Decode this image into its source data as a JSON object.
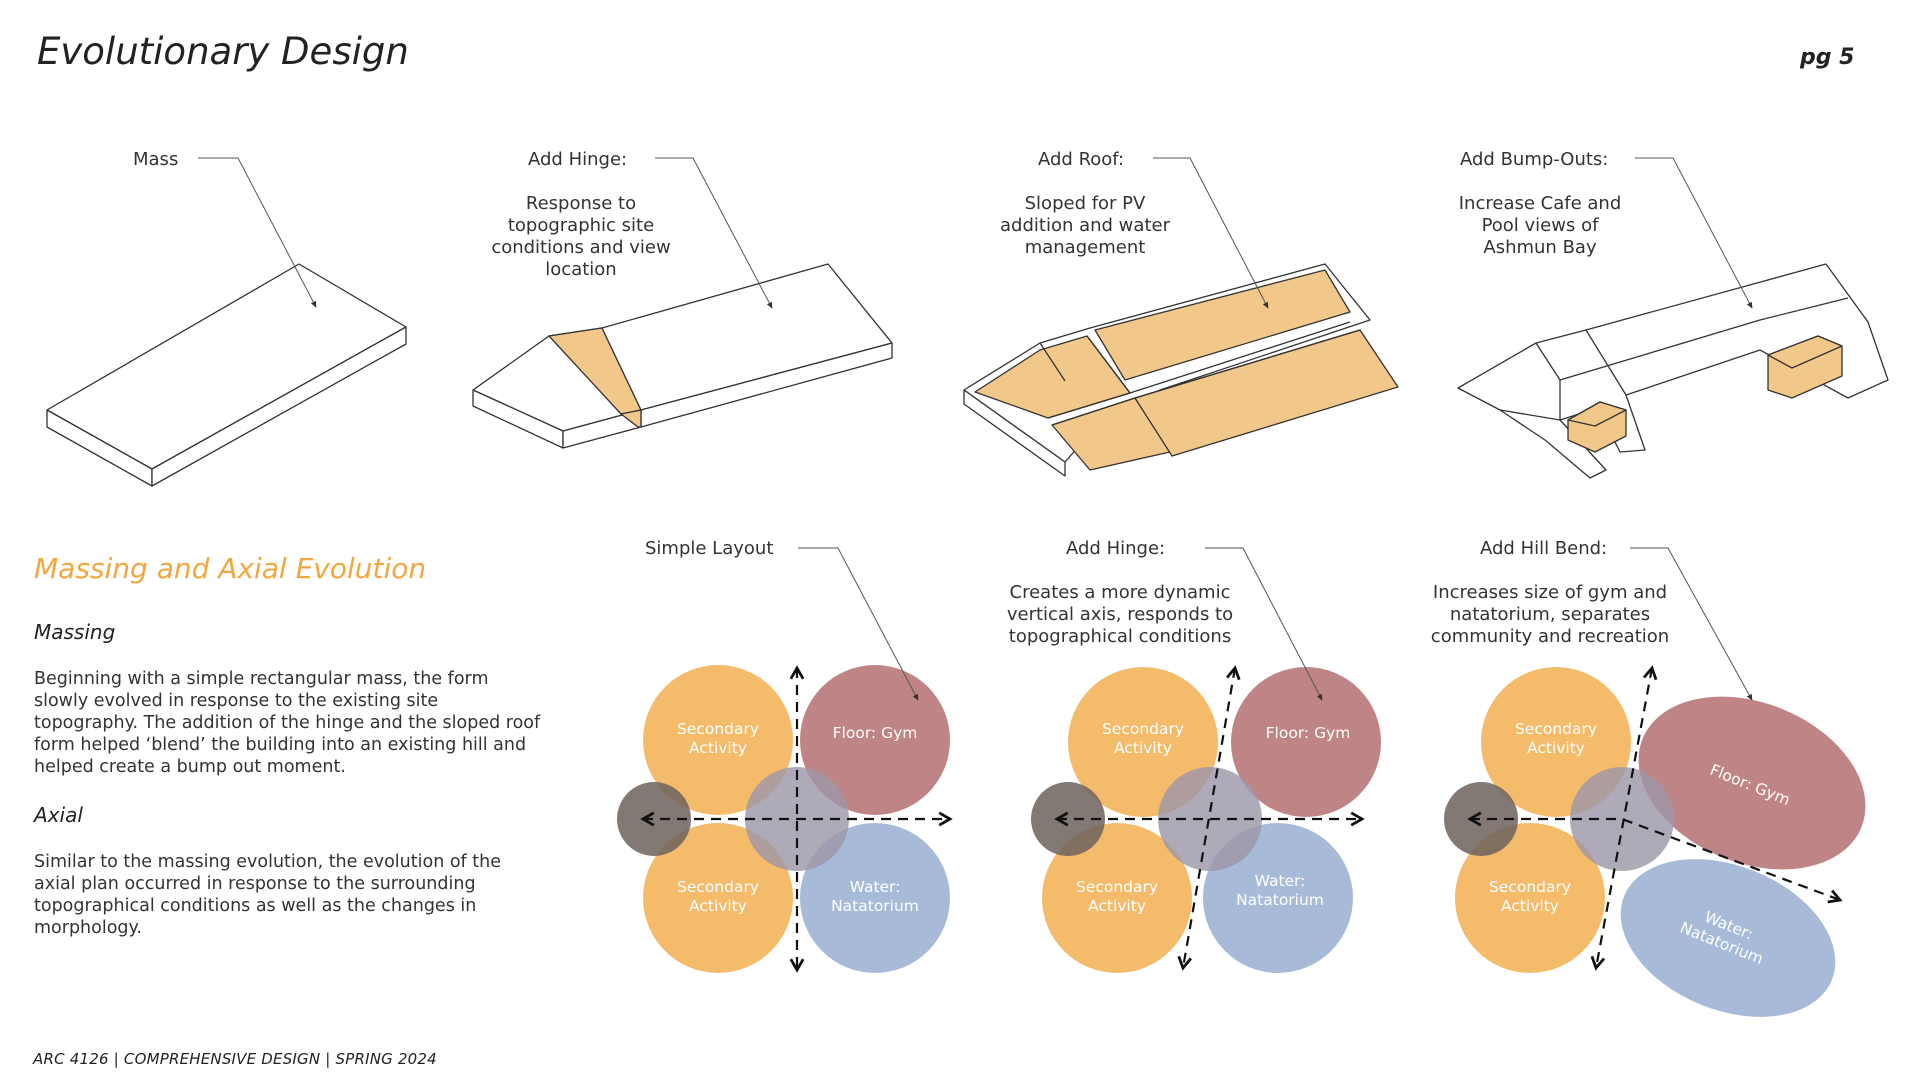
{
  "header": {
    "title": "Evolutionary Design",
    "page": "pg 5"
  },
  "footer": "ARC 4126 | COMPREHENSIVE DESIGN | SPRING 2024",
  "massing_diagrams": [
    {
      "label": "Mass",
      "note": ""
    },
    {
      "label": "Add Hinge:",
      "note": "Response to\ntopographic site\nconditions and view\nlocation"
    },
    {
      "label": "Add Roof:",
      "note": "Sloped for PV\naddition and water\nmanagement"
    },
    {
      "label": "Add Bump-Outs:",
      "note": "Increase Cafe and\nPool views of\nAshmun Bay"
    }
  ],
  "text_section": {
    "heading": "Massing and Axial Evolution",
    "massing_heading": "Massing",
    "massing_body": "Beginning with a simple rectangular mass, the form slowly evolved in response to the existing site topography. The addition of the hinge and the sloped roof form helped ‘blend’ the building into an existing hill and helped create a bump out moment.",
    "axial_heading": "Axial",
    "axial_body": "Similar to the massing evolution, the evolution of the axial plan occurred in response to the surrounding topographical conditions as well as the changes in morphology."
  },
  "axial_diagrams": [
    {
      "label": "Simple Layout",
      "note": ""
    },
    {
      "label": "Add Hinge:",
      "note": "Creates a more dynamic\nvertical axis, responds to\ntopographical conditions"
    },
    {
      "label": "Add Hill Bend:",
      "note": "Increases size of gym and\nnatatorium, separates\ncommunity and recreation"
    }
  ],
  "circle_labels": {
    "secondary_line1": "Secondary",
    "secondary_line2": "Activity",
    "gym": "Floor: Gym",
    "water_line1": "Water:",
    "water_line2": "Natatorium"
  },
  "colors": {
    "accent_orange": "#f2a640",
    "secondary": "#f4bb6a",
    "gym": "#bf8486",
    "natatorium": "#a7bbd8",
    "hub": "#9d97a8",
    "dark_node": "#6c625d",
    "roof_fill": "#f2c88a"
  }
}
